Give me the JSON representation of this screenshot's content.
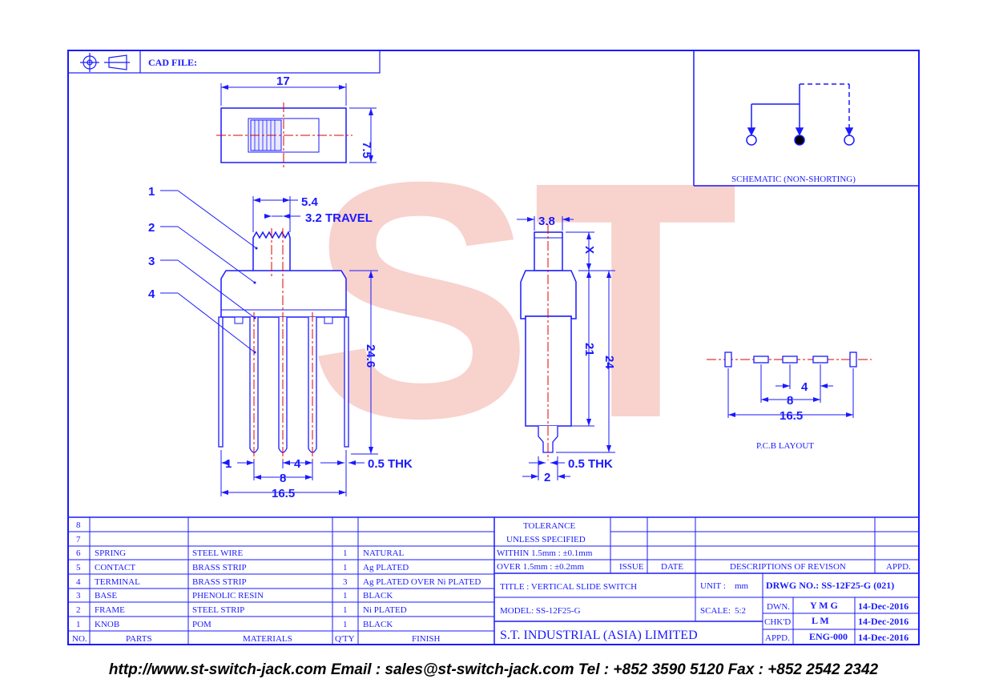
{
  "header": {
    "cad_file_label": "CAD FILE:"
  },
  "schematic": {
    "caption": "SCHEMATIC (NON-SHORTING)"
  },
  "pcb": {
    "caption": "P.C.B LAYOUT",
    "dims": {
      "pitch": "4",
      "span": "8",
      "overall": "16.5"
    }
  },
  "watermark": {
    "text": "ST"
  },
  "top_view": {
    "width": "17",
    "height": "7.5"
  },
  "front_view": {
    "callouts": [
      "1",
      "2",
      "3",
      "4"
    ],
    "knob_width": "5.4",
    "travel": "3.2  TRAVEL",
    "height": "24.6",
    "pin_pitch_left": "1",
    "pin_pitch_right": "4",
    "thickness": "0.5  THK",
    "span": "8",
    "overall": "16.5"
  },
  "side_view": {
    "top_width": "3.8",
    "x_label": "X",
    "height_body": "21",
    "height_total": "24",
    "thickness": "0.5  THK",
    "pin_width": "2"
  },
  "bom": {
    "rows": [
      {
        "no": "8",
        "part": "",
        "material": "",
        "qty": "",
        "finish": ""
      },
      {
        "no": "7",
        "part": "",
        "material": "",
        "qty": "",
        "finish": ""
      },
      {
        "no": "6",
        "part": "SPRING",
        "material": "STEEL  WIRE",
        "qty": "1",
        "finish": "NATURAL"
      },
      {
        "no": "5",
        "part": "CONTACT",
        "material": "BRASS  STRIP",
        "qty": "1",
        "finish": "Ag  PLATED"
      },
      {
        "no": "4",
        "part": "TERMINAL",
        "material": "BRASS  STRIP",
        "qty": "3",
        "finish": "Ag  PLATED  OVER  Ni  PLATED"
      },
      {
        "no": "3",
        "part": "BASE",
        "material": "PHENOLIC  RESIN",
        "qty": "1",
        "finish": "BLACK"
      },
      {
        "no": "2",
        "part": "FRAME",
        "material": "STEEL  STRIP",
        "qty": "1",
        "finish": "Ni  PLATED"
      },
      {
        "no": "1",
        "part": "KNOB",
        "material": "POM",
        "qty": "1",
        "finish": "BLACK"
      }
    ],
    "headers": {
      "no": "NO.",
      "part": "PARTS",
      "material": "MATERIALS",
      "qty": "Q'TY",
      "finish": "FINISH"
    }
  },
  "tolerance": {
    "line1": "TOLERANCE",
    "line2": "UNLESS   SPECIFIED",
    "within": "WITHIN  1.5mm : ±0.1mm",
    "over": "OVER    1.5mm : ±0.2mm"
  },
  "revision": {
    "issue": "ISSUE",
    "date": "DATE",
    "desc": "DESCRIPTIONS  OF  REVISON",
    "appd": "APPD."
  },
  "title_block": {
    "title": "TITLE : VERTICAL  SLIDE  SWITCH",
    "model": "MODEL: SS-12F25-G",
    "company": "S.T.  INDUSTRIAL  (ASIA)  LIMITED",
    "unit_label": "UNIT :",
    "unit_value": "mm",
    "scale_label": "SCALE:",
    "scale_value": "5:2",
    "drwg_no": "DRWG  NO.:  SS-12F25-G  (021)",
    "dwn_label": "DWN.",
    "dwn_value": "Y M G",
    "dwn_date": "14-Dec-2016",
    "chkd_label": "CHK'D",
    "chkd_value": "L M",
    "chkd_date": "14-Dec-2016",
    "appd_label": "APPD.",
    "appd_value": "ENG-000",
    "appd_date": "14-Dec-2016"
  },
  "footer": {
    "text": "http://www.st-switch-jack.com  Email : sales@st-switch-jack.com  Tel : +852 3590 5120  Fax : +852 2542 2342"
  },
  "colors": {
    "line": "#1a1aff",
    "centerline": "#e00000",
    "watermark": "#f4b8b0",
    "body": "#ffffff"
  }
}
